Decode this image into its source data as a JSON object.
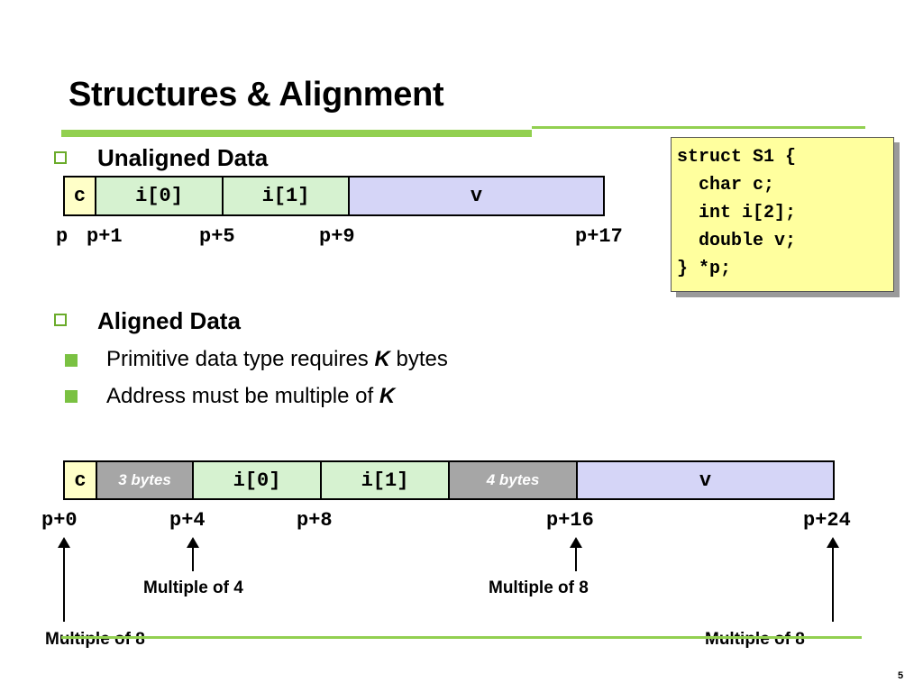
{
  "slide": {
    "title": "Structures & Alignment",
    "page_number": "5"
  },
  "unaligned": {
    "heading": "Unaligned Data",
    "cells": [
      "c",
      "i[0]",
      "i[1]",
      "v"
    ],
    "addresses": [
      "p",
      "p+1",
      "p+5",
      "p+9",
      "p+17"
    ]
  },
  "code": {
    "lines": [
      "struct S1 {",
      "  char c;",
      "  int i[2];",
      "  double v;",
      "} *p;"
    ]
  },
  "aligned": {
    "heading": "Aligned Data",
    "bullets": [
      {
        "text": "Primitive data type requires ",
        "emph": "K",
        "after": " bytes"
      },
      {
        "text": "Address must be multiple of ",
        "emph": "K",
        "after": ""
      }
    ],
    "cells": [
      "c",
      "3 bytes",
      "i[0]",
      "i[1]",
      "4 bytes",
      "v"
    ],
    "addresses": [
      "p+0",
      "p+4",
      "p+8",
      "p+16",
      "p+24"
    ],
    "notes": {
      "p0": "Multiple of 8",
      "p4": "Multiple of 4",
      "p16": "Multiple of 8",
      "p24": "Multiple of 8"
    }
  },
  "colors": {
    "accent_green": "#92d050",
    "char_fill": "#ffffc8",
    "int_fill": "#d6f2d0",
    "double_fill": "#d5d5f7",
    "padding_fill": "#a6a6a6",
    "code_fill": "#ffff9e"
  }
}
